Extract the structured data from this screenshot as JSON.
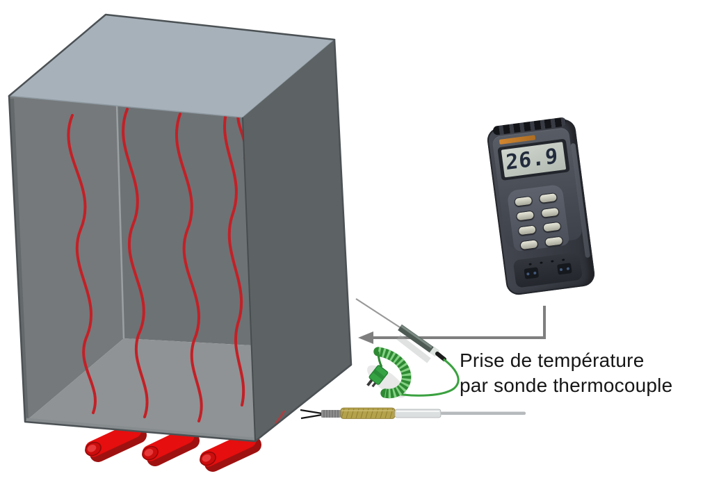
{
  "caption": {
    "line1": "Prise de température",
    "line2": "par sonde thermocouple"
  },
  "thermometer": {
    "display_value": "26.9",
    "button_count": 8,
    "socket_count": 2
  },
  "diagram": {
    "burner_count": 3,
    "heat_wave_count": 5,
    "colors": {
      "box_top": "#a7b1ba",
      "box_side": "#5d6364",
      "box_interior_left": "#75797b",
      "box_interior_right": "#6d7275",
      "box_floor": "#8f9395",
      "heat_wave": "#c32026",
      "burner_red": "#e60e0e",
      "arrow_gray": "#7f7f7f",
      "cable_green": "#2e8a33",
      "sheath_yellow": "#b4a24c"
    }
  }
}
